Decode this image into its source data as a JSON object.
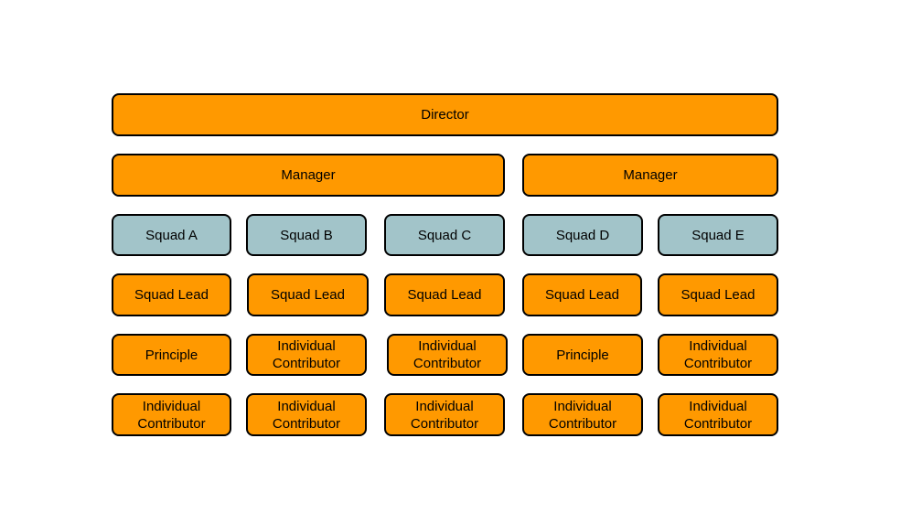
{
  "colors": {
    "role_fill": "#ff9900",
    "squad_fill": "#a2c4c9",
    "border": "#000000"
  },
  "org": {
    "director": "Director",
    "managers": [
      "Manager",
      "Manager"
    ],
    "squads": [
      "Squad A",
      "Squad B",
      "Squad C",
      "Squad D",
      "Squad E"
    ],
    "squad_leads": [
      "Squad Lead",
      "Squad Lead",
      "Squad Lead",
      "Squad Lead",
      "Squad Lead"
    ],
    "row5": [
      "Principle",
      "Individual\nContributor",
      "Individual\nContributor",
      "Principle",
      "Individual\nContributor"
    ],
    "row6": [
      "Individual\nContributor",
      "Individual\nContributor",
      "Individual\nContributor",
      "Individual\nContributor",
      "Individual\nContributor"
    ]
  }
}
